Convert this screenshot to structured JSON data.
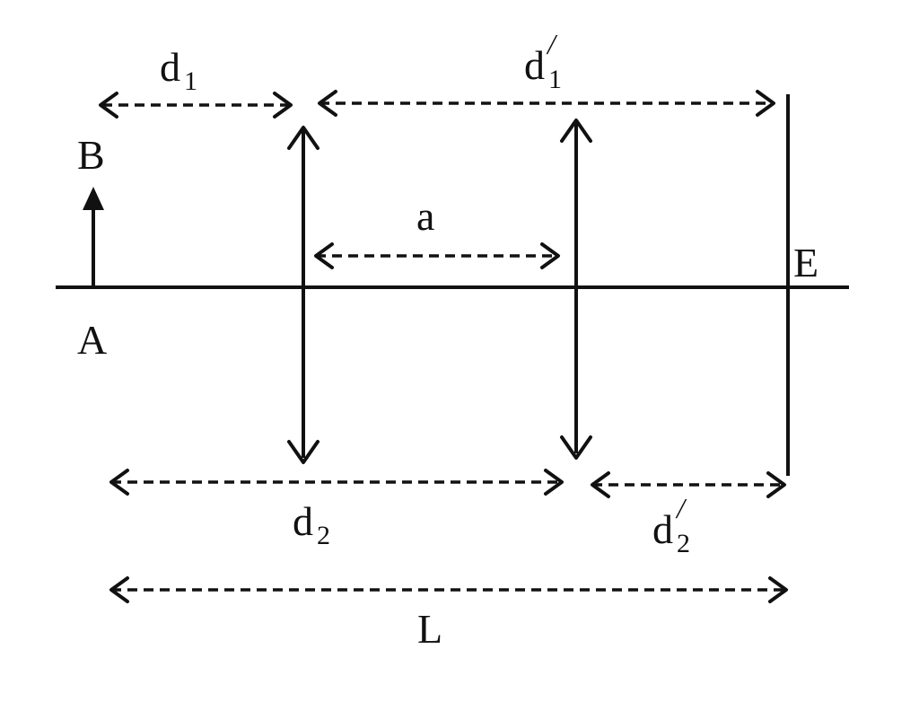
{
  "labels": {
    "object_top": "B",
    "object_base": "A",
    "screen": "E",
    "d1": {
      "main": "d",
      "sub": "1",
      "prime": ""
    },
    "d1_prime": {
      "main": "d",
      "sub": "1",
      "prime": "/"
    },
    "a": {
      "main": "a"
    },
    "d2": {
      "main": "d",
      "sub": "2",
      "prime": ""
    },
    "d2_prime": {
      "main": "d",
      "sub": "2",
      "prime": "/"
    },
    "L": {
      "main": "L"
    }
  }
}
